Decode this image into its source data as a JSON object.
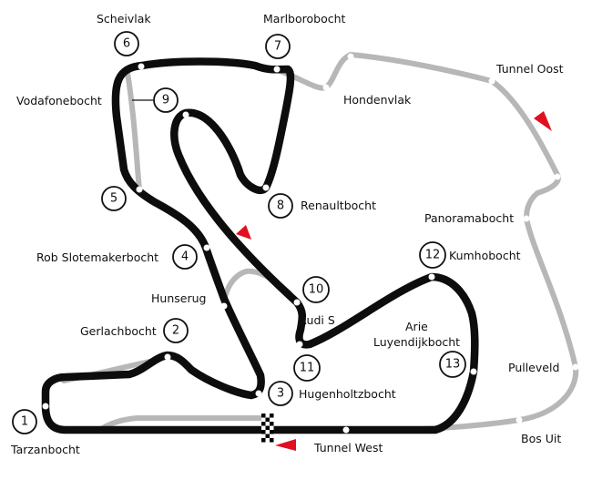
{
  "colors": {
    "main_track": "#0d0d0d",
    "alt_track": "#b7b7b7",
    "arrow": "#e01020",
    "node": "#ffffff",
    "badge_stroke": "#111111",
    "background": "#ffffff"
  },
  "corners": [
    {
      "number": "1",
      "name": "Tarzanbocht"
    },
    {
      "number": "2",
      "name": "Gerlachbocht"
    },
    {
      "number": "3",
      "name": "Hugenholtzbocht"
    },
    {
      "number": "4",
      "name": "Rob Slotemakerbocht"
    },
    {
      "number": "5",
      "name": ""
    },
    {
      "number": "6",
      "name": "Scheivlak"
    },
    {
      "number": "7",
      "name": "Marlborobocht"
    },
    {
      "number": "8",
      "name": "Renaultbocht"
    },
    {
      "number": "9",
      "name": "Vodafonebocht"
    },
    {
      "number": "10",
      "name": "Audi S"
    },
    {
      "number": "11",
      "name": ""
    },
    {
      "number": "12",
      "name": "Kumhobocht"
    },
    {
      "number": "13",
      "name": "Arie Luyendijkbocht"
    }
  ],
  "corner13_lines": [
    "Arie",
    "Luyendijkbocht"
  ],
  "places": {
    "hondenvlak": "Hondenvlak",
    "tunnel_oost": "Tunnel Oost",
    "panoramabocht": "Panoramabocht",
    "pulleveld": "Pulleveld",
    "bos_uit": "Bos Uit",
    "tunnel_west": "Tunnel West",
    "hunserug": "Hunserug"
  }
}
